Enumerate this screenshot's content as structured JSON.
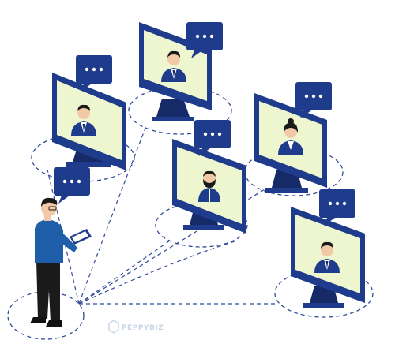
{
  "watermark": {
    "text": "PEPPYBIZ"
  },
  "colors": {
    "navy": "#1f3b8c",
    "navy_dark": "#152a66",
    "screen": "#eef6cf",
    "dash": "#2f4a9a",
    "shirt": "#1f5ea8",
    "pants": "#1a1a1a",
    "skin": "#f2c9a6",
    "watermark": "#c9d6ea"
  },
  "illustration": {
    "monitors": [
      {
        "id": "top-center",
        "person": "man-suit"
      },
      {
        "id": "left",
        "person": "man-suit"
      },
      {
        "id": "center",
        "person": "man-beard"
      },
      {
        "id": "right-upper",
        "person": "woman-bun"
      },
      {
        "id": "right-lower",
        "person": "man-suit"
      }
    ],
    "presenter": {
      "holding": "tablet",
      "icon": "chat-bubble"
    }
  }
}
